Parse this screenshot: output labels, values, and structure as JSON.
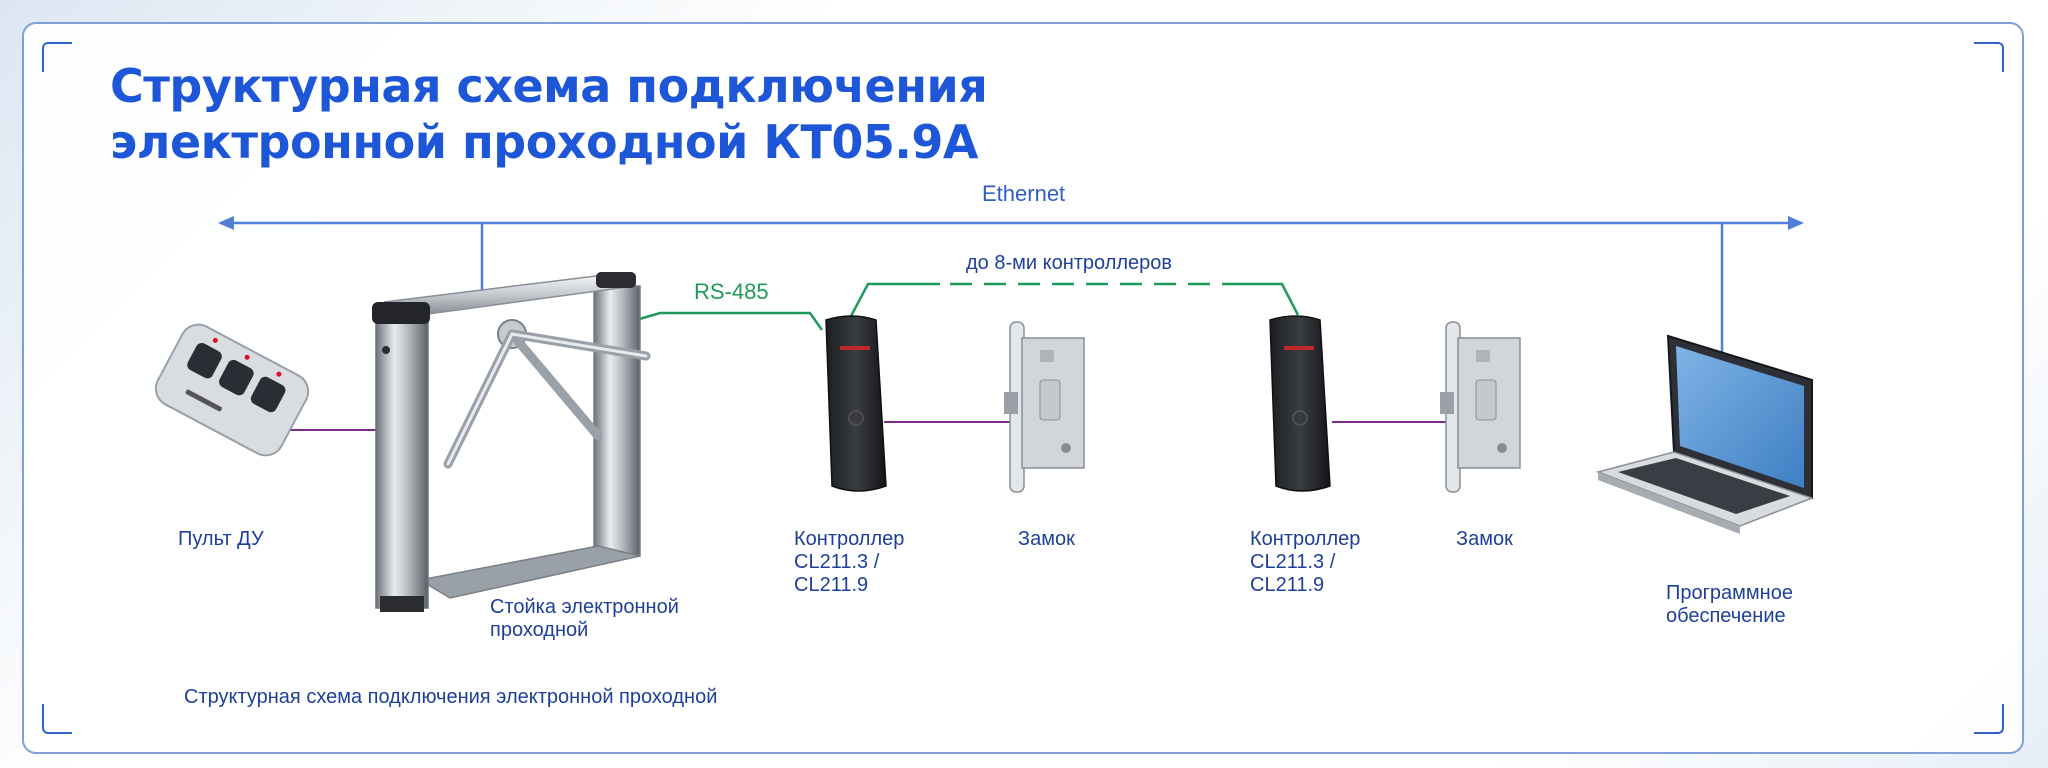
{
  "title": {
    "line1": "Структурная схема подключения",
    "line2": "электронной проходной КТ05.9А"
  },
  "bus_labels": {
    "ethernet": "Ethernet",
    "rs485": "RS-485",
    "up_to_controllers": "до 8-ми контроллеров"
  },
  "devices": {
    "remote": "Пульт ДУ",
    "turnstile_line1": "Стойка электронной",
    "turnstile_line2": "проходной",
    "controller1_line1": "Контроллер",
    "controller1_line2": "CL211.3 /",
    "controller1_line3": "CL211.9",
    "lock1": "Замок",
    "controller2_line1": "Контроллер",
    "controller2_line2": "CL211.3 /",
    "controller2_line3": "CL211.9",
    "lock2": "Замок",
    "software_line1": "Программное",
    "software_line2": "обеспечение"
  },
  "caption": "Структурная схема подключения электронной проходной",
  "colors": {
    "ethernet_line": "#4f7fd6",
    "rs485_line": "#1f9a5a",
    "device_link": "#7a2b86",
    "title": "#1d56d6",
    "label": "#1e3f9a"
  }
}
